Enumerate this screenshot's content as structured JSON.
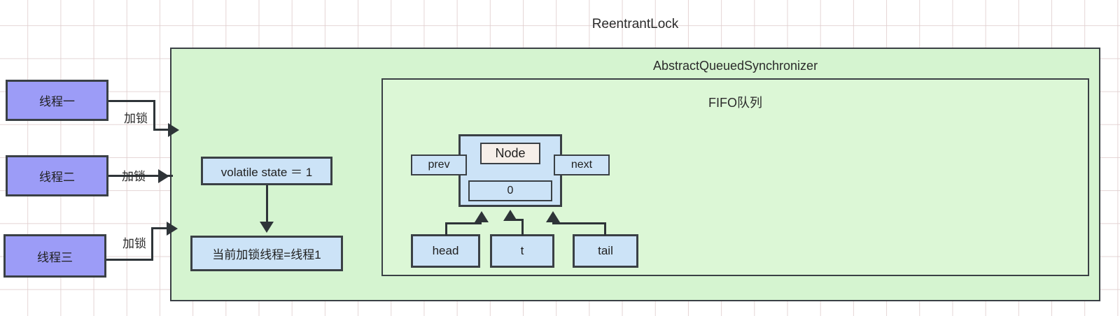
{
  "diagram": {
    "title": "ReentrantLock",
    "inner_title": "AbstractQueuedSynchronizer",
    "queue_title": "FIFO队列"
  },
  "threads": [
    {
      "label": "线程一",
      "edge_label": "加锁"
    },
    {
      "label": "线程二",
      "edge_label": "加锁"
    },
    {
      "label": "线程三",
      "edge_label": "加锁"
    }
  ],
  "state": {
    "volatile_state": "volatile state ＝ 1",
    "current_owner": "当前加锁线程=线程1"
  },
  "queue": {
    "node_title": "Node",
    "prev_label": "prev",
    "next_label": "next",
    "wait_status": "0",
    "pointers": [
      {
        "label": "head"
      },
      {
        "label": "t"
      },
      {
        "label": "tail"
      }
    ]
  },
  "colors": {
    "thread_fill": "#9c9cf7",
    "outer_fill": "#d5f4d0",
    "inner_fill": "#dcf7d6",
    "box_fill": "#cce3f7",
    "node_title_fill": "#f6efe9",
    "stroke": "#3a4045"
  }
}
